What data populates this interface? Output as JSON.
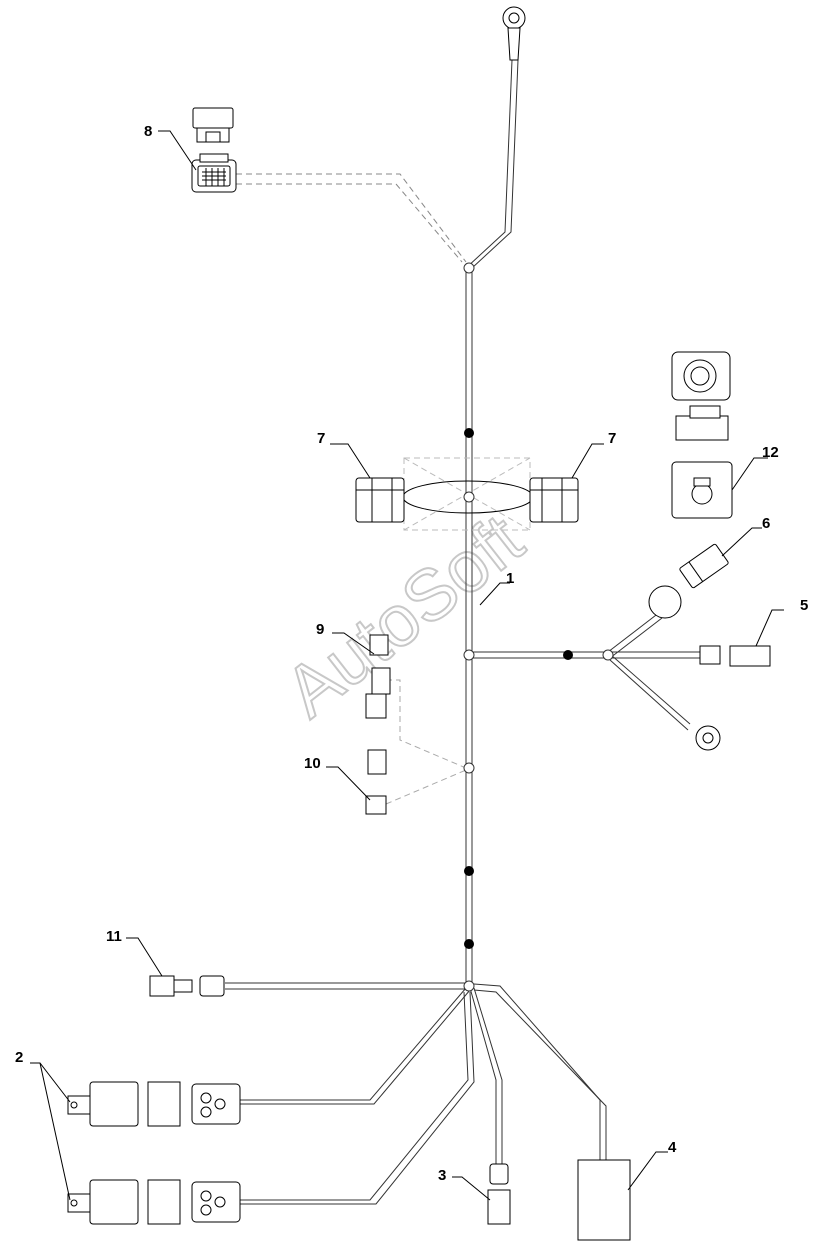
{
  "watermark": "AutoSoft",
  "callouts": [
    {
      "id": "1",
      "text": "1"
    },
    {
      "id": "2",
      "text": "2"
    },
    {
      "id": "3",
      "text": "3"
    },
    {
      "id": "4",
      "text": "4"
    },
    {
      "id": "5",
      "text": "5"
    },
    {
      "id": "6",
      "text": "6"
    },
    {
      "id": "7a",
      "text": "7"
    },
    {
      "id": "7b",
      "text": "7"
    },
    {
      "id": "8",
      "text": "8"
    },
    {
      "id": "9",
      "text": "9"
    },
    {
      "id": "10",
      "text": "10"
    },
    {
      "id": "11",
      "text": "11"
    },
    {
      "id": "12",
      "text": "12"
    }
  ],
  "colors": {
    "line": "#000000",
    "wire": "#333333",
    "watermark": "#c8c8c8"
  }
}
